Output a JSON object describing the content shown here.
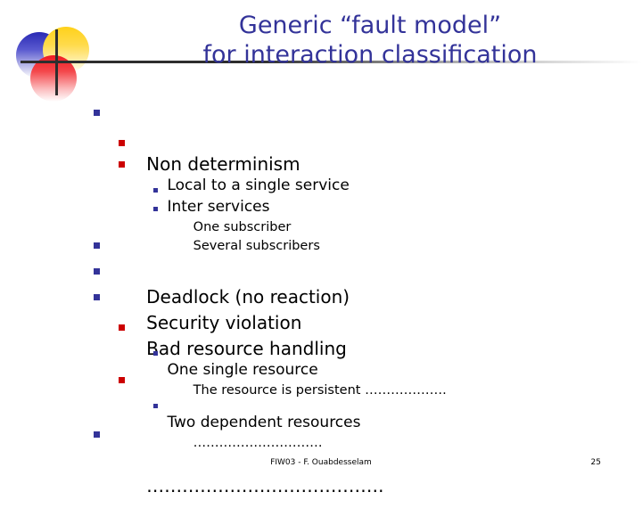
{
  "title": {
    "line1": "Generic “fault model”",
    "line2": "for interaction classification",
    "color": "#333399"
  },
  "logo": {
    "circle_blue_color": "#2a2ab4",
    "circle_yellow_color": "#ffd11a",
    "circle_red_color": "#ee1c22",
    "axis_color": "#2e2e2e"
  },
  "bullet_colors": {
    "level1": "#333399",
    "level2": "#cc0000",
    "level3": "#333399"
  },
  "content": {
    "items": [
      {
        "level": 1,
        "text": "Non determinism"
      },
      {
        "level": 2,
        "text": "Local to a single service"
      },
      {
        "level": 2,
        "text": "Inter services"
      },
      {
        "level": 3,
        "text": "One subscriber"
      },
      {
        "level": 3,
        "text": "Several subscribers"
      },
      {
        "level": 1,
        "text": "Deadlock (no reaction)"
      },
      {
        "level": 1,
        "text": "Security violation"
      },
      {
        "level": 1,
        "text": "Bad resource handling"
      },
      {
        "level": 2,
        "text": "One single resource"
      },
      {
        "level": 3,
        "text": "The resource is persistent ………………."
      },
      {
        "level": 2,
        "text": "Two dependent resources"
      },
      {
        "level": 3,
        "text": "…………………………"
      },
      {
        "level": 1,
        "text": "…………………………………."
      }
    ]
  },
  "footer": {
    "center": "FIW03 - F. Ouabdesselam",
    "page_number": "25"
  }
}
